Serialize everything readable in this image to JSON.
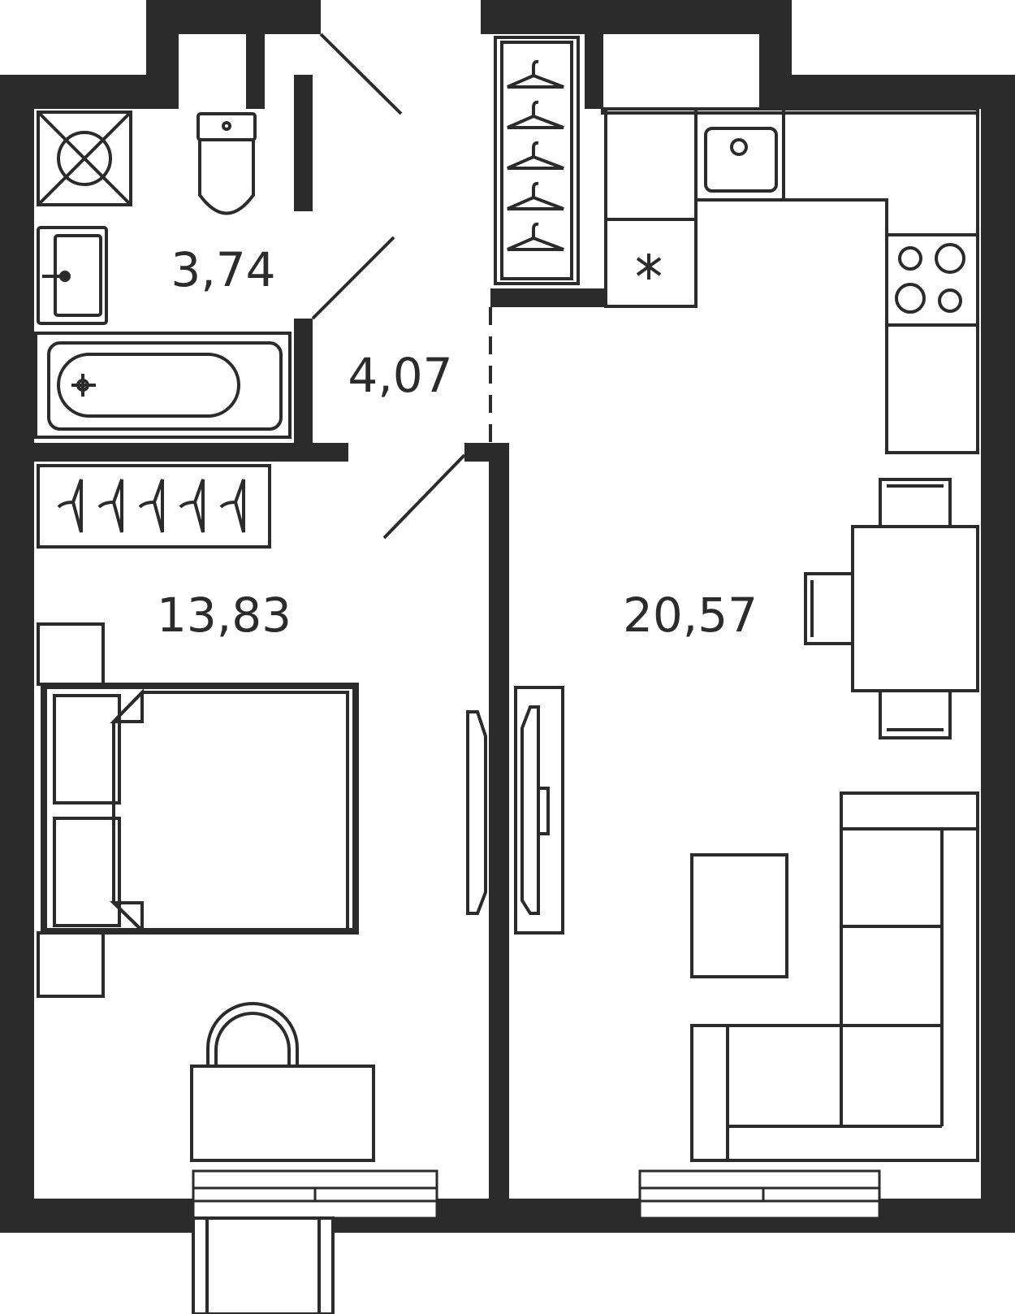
{
  "plan": {
    "colors": {
      "wall": "#2b2b2b",
      "line": "#2b2b2b",
      "background": "#ffffff"
    },
    "rooms": [
      {
        "id": "bathroom",
        "area": "3,74"
      },
      {
        "id": "hallway",
        "area": "4,07"
      },
      {
        "id": "bedroom",
        "area": "13,83"
      },
      {
        "id": "kitchen-living",
        "area": "20,57"
      }
    ],
    "fixtures": [
      "ventilation-icon",
      "toilet-icon",
      "washbasin-icon",
      "bathtub-icon",
      "wardrobe-icon",
      "sink-icon",
      "fridge-icon",
      "stove-icon",
      "dining-table-icon",
      "sofa-icon",
      "coffee-table-icon",
      "tv-icon",
      "bed-icon",
      "desk-icon",
      "chair-icon"
    ]
  }
}
